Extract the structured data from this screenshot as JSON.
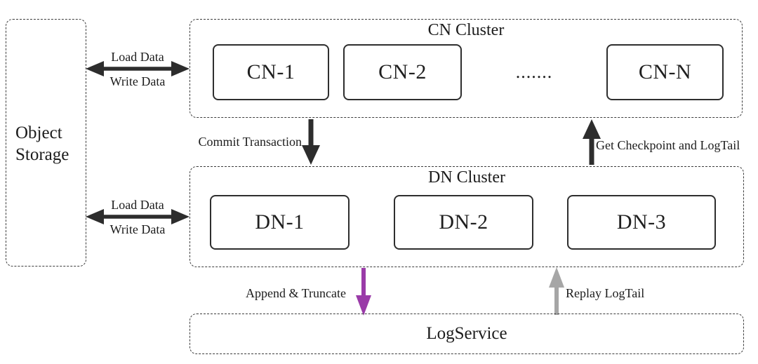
{
  "diagram": {
    "object_storage": {
      "label": "Object Storage"
    },
    "cn_cluster": {
      "title": "CN Cluster",
      "nodes": [
        "CN-1",
        "CN-2",
        "CN-N"
      ],
      "ellipsis": "......."
    },
    "dn_cluster": {
      "title": "DN Cluster",
      "nodes": [
        "DN-1",
        "DN-2",
        "DN-3"
      ]
    },
    "log_service": {
      "title": "LogService"
    },
    "edges": {
      "storage_cn": {
        "top": "Load Data",
        "bottom": "Write Data",
        "color": "#2d2d2d"
      },
      "storage_dn": {
        "top": "Load Data",
        "bottom": "Write Data",
        "color": "#2d2d2d"
      },
      "commit": {
        "label": "Commit Transaction",
        "color": "#2d2d2d"
      },
      "checkpoint": {
        "label": "Get Checkpoint and LogTail",
        "color": "#2d2d2d"
      },
      "append": {
        "label": "Append & Truncate",
        "color": "#9a3ba8"
      },
      "replay": {
        "label": "Replay LogTail",
        "color": "#a6a6a6"
      }
    },
    "colors": {
      "dashed_border": "#3c3c3c",
      "node_border": "#2e2e2e",
      "text": "#1c1c1c",
      "arrow_black": "#2d2d2d",
      "arrow_purple": "#9a3ba8",
      "arrow_gray": "#a6a6a6"
    }
  }
}
